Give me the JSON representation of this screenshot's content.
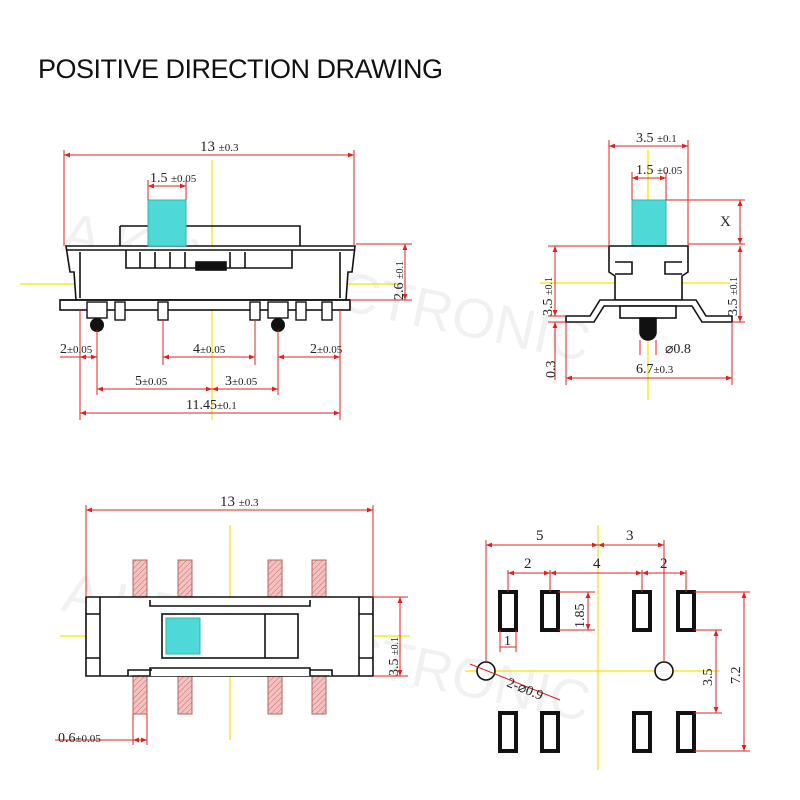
{
  "title": "POSITIVE DIRECTION DRAWING",
  "watermark": "A KEY ELECTRONIC",
  "colors": {
    "dimension": "#e0201f",
    "centerline": "#f2e400",
    "actuator": "#4fd9d6",
    "pad_fill": "#f0b0ae",
    "outline": "#111111"
  },
  "front_view": {
    "width_total": "13",
    "width_total_tol": "±0.3",
    "actuator_width": "1.5",
    "actuator_width_tol": "±0.05",
    "height": "2.6",
    "height_tol": "±0.1",
    "edge_left": "2",
    "edge_left_tol": "±0.05",
    "pitch_center": "4",
    "pitch_center_tol": "±0.05",
    "edge_right": "2",
    "edge_right_tol": "±0.05",
    "post_span_left": "5",
    "post_span_left_tol": "±0.05",
    "post_span_right": "3",
    "post_span_right_tol": "±0.05",
    "post_span_total": "11.45",
    "post_span_total_tol": "±0.1"
  },
  "side_view": {
    "width": "3.5",
    "width_tol": "±0.1",
    "actuator_width": "1.5",
    "actuator_width_tol": "±0.05",
    "travel_label": "X",
    "body_height_left": "3.5",
    "body_height_left_tol": "±0.1",
    "body_height_right": "3.5",
    "body_height_right_tol": "±0.1",
    "lead_thickness": "0.3",
    "post_diameter": "⌀0.8",
    "lead_span": "6.7",
    "lead_span_tol": "±0.3"
  },
  "top_view": {
    "width_total": "13",
    "width_total_tol": "±0.3",
    "body_height": "3.5",
    "body_height_tol": "±0.1",
    "pin_width": "0.6",
    "pin_width_tol": "±0.05"
  },
  "footprint": {
    "dim_top_left": "5",
    "dim_top_right": "3",
    "dim_pitch_left": "2",
    "dim_center": "4",
    "dim_pitch_right": "2",
    "pad_height": "1.85",
    "pad_width": "1",
    "hole": "2-⌀0.9",
    "row_pitch": "3.5",
    "overall_height": "7.2"
  }
}
